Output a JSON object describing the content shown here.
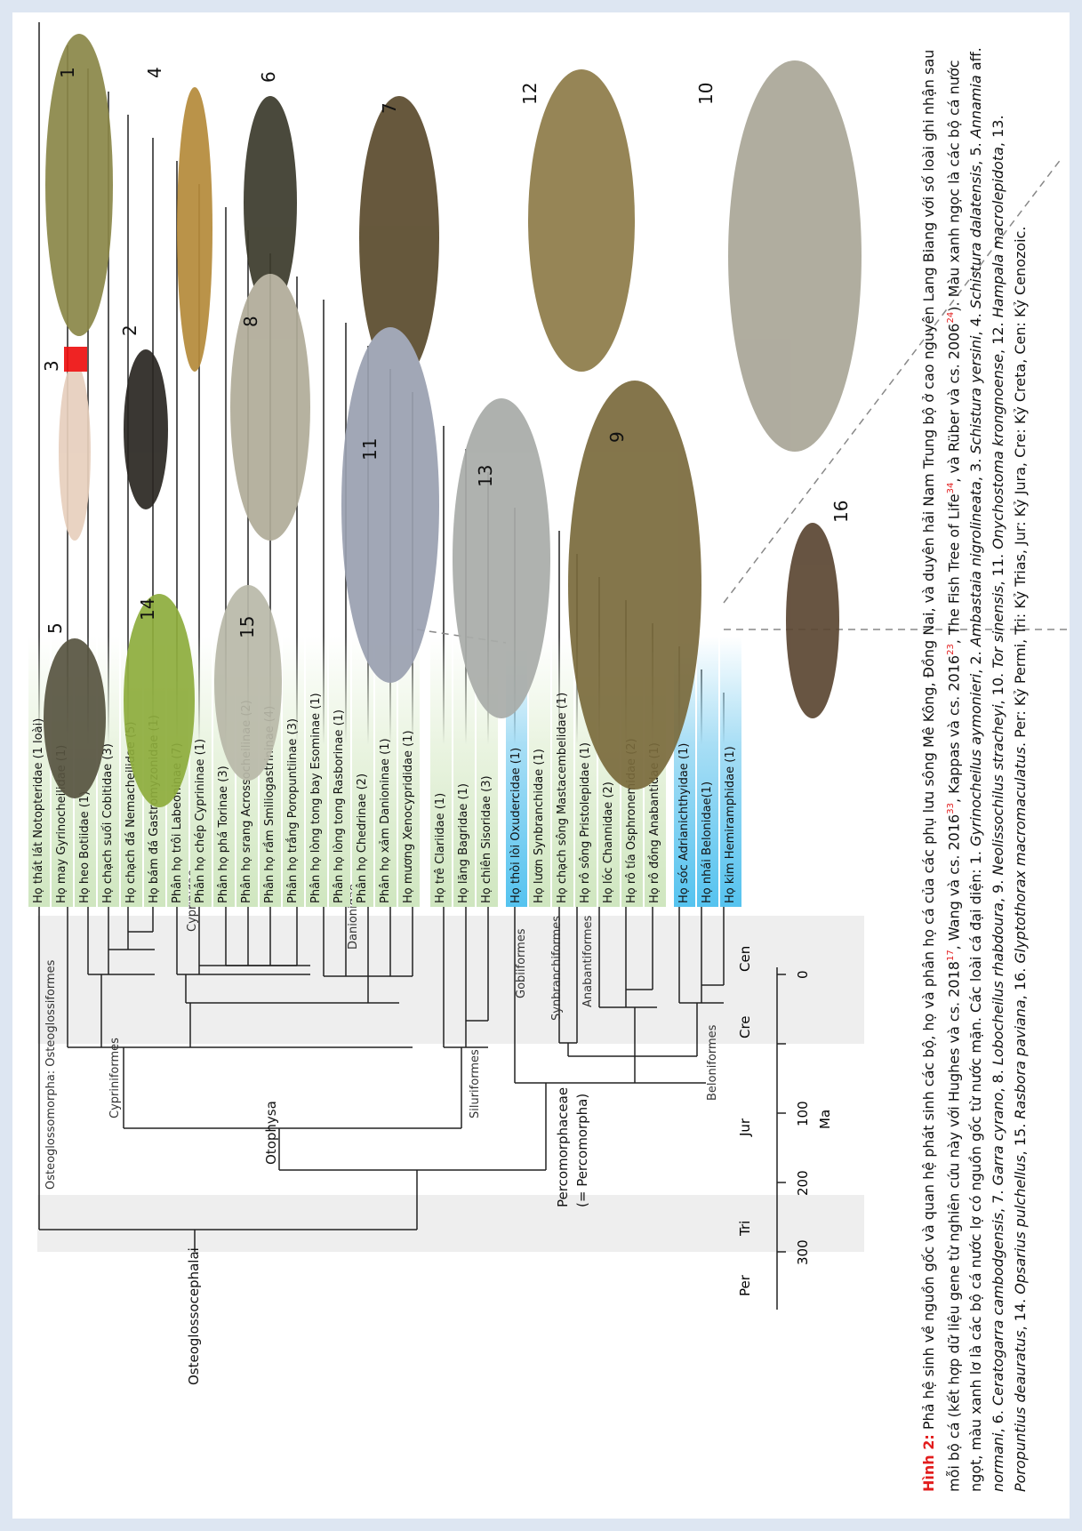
{
  "tree": {
    "groups": {
      "osteoglossomorpha": "Osteoglossomorpha: Osteoglossiformes",
      "osteoglossocephalai": "Osteoglossocephalai",
      "otophysa": "Otophysa",
      "cypriniformes": "Cypriniformes",
      "cyprinidae": "Cyprinidae",
      "danionidae": "Danionidae",
      "siluriformes": "Siluriformes",
      "gobiiformes": "Gobiiformes",
      "synbranchiformes": "Synbranchiformes",
      "anabantiformes": "Anabantiformes",
      "percomorphaceae": "Percomorphaceae",
      "percomorpha": "(= Percomorpha)",
      "beloniformes": "Beloniformes"
    },
    "taxa": [
      "Họ thát lát Notopteridae (1 loài)",
      "Họ may Gyrinocheilidae (1)",
      "Họ heo Botiidae (1)",
      "Họ chạch suối Cobitidae (3)",
      "Họ chạch đá Nemacheilidae (5)",
      "Họ bám đá Gastromyzonidae (1)",
      "Phân họ trôi Labeoninae (7)",
      "Phân họ chép Cyprininae (1)",
      "Phân họ phá Torinae (3)",
      "Phân họ srang Acrossocheilinae (2)",
      "Phân họ rầm Smiliogastrininae (4)",
      "Phân họ trắng Poropuntiinae (3)",
      "Phân họ lòng tong bay Esominae (1)",
      "Phân họ lòng tong Rasborinae (1)",
      "Phân họ Chedrinae (2)",
      "Phân họ xảm Danioninae (1)",
      "Họ mương Xenocyprididae (1)",
      "Họ trê Clariidae (1)",
      "Họ lăng Bagridae (1)",
      "Họ chiên Sisoridae (3)",
      "Họ thòi lòi Oxudercidae (1)",
      "Họ lươn Synbranchidae (1)",
      "Họ chạch sông Mastacembelidae (1)",
      "Họ rô sông Pristolepidae (1)",
      "Họ lóc Channidae (2)",
      "Họ rô tía Osphronemidae (2)",
      "Họ rô đồng Anabantidae (1)",
      "Họ sóc Adrianichthyidae (1)",
      "Họ nhái Belonidae(1)",
      "Họ kim Hemiramphidae (1)"
    ],
    "axis": {
      "periods": [
        "Per",
        "Tri",
        "Jur",
        "Cre",
        "Cen"
      ],
      "ticks": [
        "300",
        "200",
        "100",
        "0"
      ],
      "unit": "Ma"
    }
  },
  "fish": {
    "numbers": [
      "1",
      "2",
      "3",
      "4",
      "5",
      "6",
      "7",
      "8",
      "9",
      "10",
      "11",
      "12",
      "13",
      "14",
      "15",
      "16"
    ]
  },
  "caption": {
    "figure": "Hình 2:",
    "text1": "Phả hệ sinh về nguồn gốc và quan hệ phát sinh các bộ, họ và phân họ cá của các phụ lưu sông Mê Kông, Đồng Nai, và duyên hải Nam Trung bộ ở cao nguyên Lang Biang với số loài ghi nhận sau mỗi bộ cá (kết hợp dữ liệu gene từ nghiên cứu này với Hughes và cs. 2018",
    "ref1": "17",
    "text2": ", Wang và cs. 2016",
    "ref2": "33",
    "text3": ", Kappas và cs. 2016",
    "ref3": "23",
    "text4": ", The Fish Tree of Life",
    "ref4": "34",
    "text5": ", và Rüber và cs. 2006",
    "ref5": "24",
    "text6": "). Màu xanh ngọc là các bộ cá nước ngọt, màu xanh lơ là các bộ cá nước lợ có nguồn gốc từ nước mặn. Các loài cá đại diện: 1. ",
    "sp1": "Gyrinocheilus aymonieri",
    "sp2": "Ambastaia nigrolineata",
    "sp3": "Schistura yersini",
    "sp4": "Schistura dalatensis",
    "sp5a": "Annamia",
    "sp5b": "aff.",
    "sp5c": "normani",
    "sp6": "Ceratogarra cambodgensis",
    "sp7": "Garra cyrano",
    "sp8": "Lobocheilus rhabdoura",
    "sp9": "Neolissochilus stracheyi",
    "sp10": "Tor sinensis",
    "sp11": "Onychostoma krongnoense",
    "sp12": "Hampala macrolepidota",
    "sp13": "Poropuntius deauratus",
    "sp14": "Opsarius pulchellus",
    "sp15": "Rasbora paviana",
    "sp16": "Glyptothorax macromaculatus",
    "abbrev": "Per: Kỷ Permi, Tri: Kỷ Trias, Jur: Kỷ Jura, Cre: Kỷ Creta, Cen: Kỷ Cenozoic."
  },
  "colors": {
    "freshwater": "#cfe6bf",
    "brackish": "#55c3ef",
    "figure_label": "#e21d1d",
    "background": "#dde6f2"
  }
}
